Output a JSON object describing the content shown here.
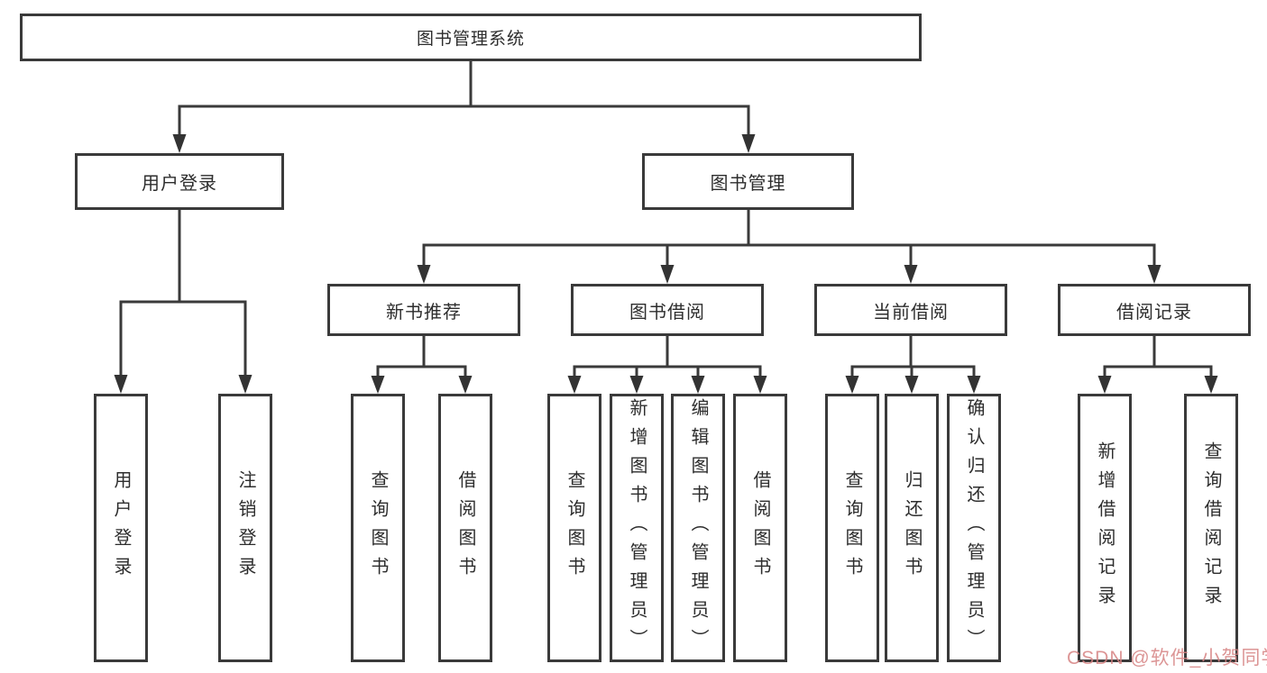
{
  "diagram": {
    "root": {
      "label": "图书管理系统"
    },
    "level1": [
      {
        "id": "user-login",
        "label": "用户登录"
      },
      {
        "id": "book-management",
        "label": "图书管理"
      }
    ],
    "level2": [
      {
        "id": "new-book-recommend",
        "label": "新书推荐"
      },
      {
        "id": "book-borrow",
        "label": "图书借阅"
      },
      {
        "id": "current-borrow",
        "label": "当前借阅"
      },
      {
        "id": "borrow-records",
        "label": "借阅记录"
      }
    ],
    "leaves": [
      {
        "parent": "用户登录",
        "label": "用户登录"
      },
      {
        "parent": "用户登录",
        "label": "注销登录"
      },
      {
        "parent": "新书推荐",
        "label": "查询图书"
      },
      {
        "parent": "新书推荐",
        "label": "借阅图书"
      },
      {
        "parent": "图书借阅",
        "label": "查询图书"
      },
      {
        "parent": "图书借阅",
        "label": "新增图书（管理员）"
      },
      {
        "parent": "图书借阅",
        "label": "编辑图书（管理员）"
      },
      {
        "parent": "图书借阅",
        "label": "借阅图书"
      },
      {
        "parent": "当前借阅",
        "label": "查询图书"
      },
      {
        "parent": "当前借阅",
        "label": "归还图书"
      },
      {
        "parent": "当前借阅",
        "label": "确认归还（管理员）"
      },
      {
        "parent": "借阅记录",
        "label": "新增借阅记录"
      },
      {
        "parent": "借阅记录",
        "label": "查询借阅记录"
      }
    ]
  },
  "watermark": {
    "text": "CSDN @软件_小贺同学"
  },
  "colors": {
    "line": "#3a3a3a",
    "box_border": "#3a3a3a",
    "box_background": "#ffffff",
    "text": "#2d2d2d",
    "watermark": "#d68282"
  }
}
